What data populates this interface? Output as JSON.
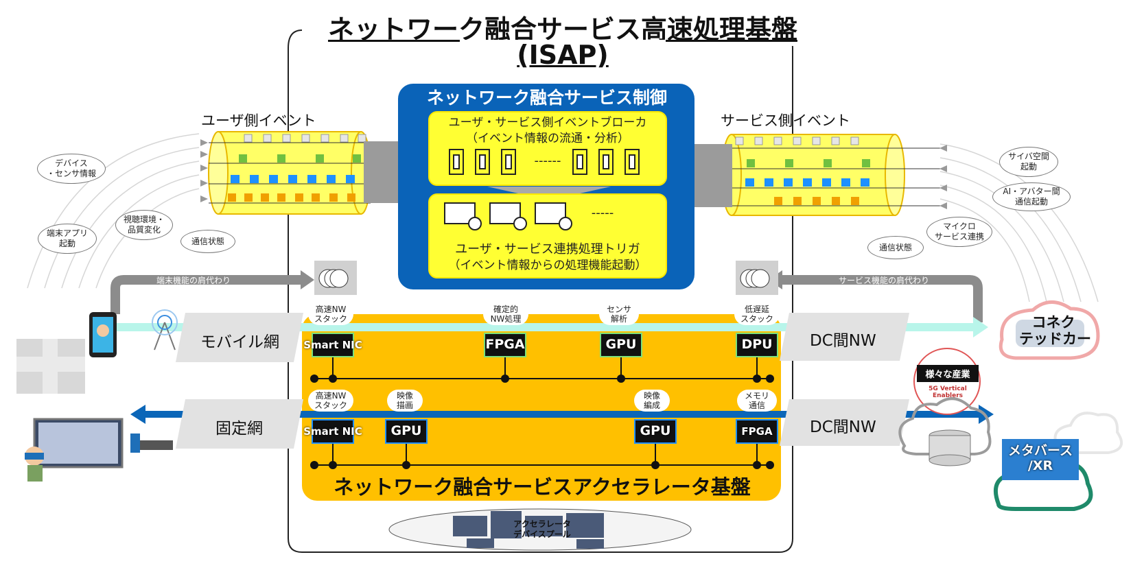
{
  "title": {
    "line1": "ネットワーク融合サービス高速処理基盤",
    "line2": "(ISAP)"
  },
  "user_events": {
    "label": "ユーザ側イベント",
    "bubbles": [
      "デバイス\n・センサ情報",
      "視聴環境・\n品質変化",
      "端末アプリ\n起動",
      "通信状態"
    ]
  },
  "service_events": {
    "label": "サービス側イベント",
    "bubbles": [
      "サイバ空間\n起動",
      "AI・アバター間\n通信起動",
      "マイクロ\nサービス連携",
      "通信状態"
    ]
  },
  "control": {
    "title": "ネットワーク融合サービス制御",
    "broker": {
      "line1": "ユーザ・サービス側イベントブローカ",
      "line2": "（イベント情報の流通・分析）",
      "dashes": "------"
    },
    "trigger": {
      "line1": "ユーザ・サービス連携処理トリガ",
      "line2": "（イベント情報からの処理機能起動）",
      "dashes": "-----"
    }
  },
  "offload": {
    "left_label": "端末機能の肩代わり",
    "right_label": "サービス機能の肩代わり"
  },
  "networks": {
    "mobile": "モバイル網",
    "fixed": "固定網",
    "dc_top": "DC間NW",
    "dc_bottom": "DC間NW"
  },
  "chips_top": [
    {
      "name": "Smart NIC",
      "bubble": "高速NW\nスタック"
    },
    {
      "name": "FPGA",
      "bubble": "確定的\nNW処理"
    },
    {
      "name": "GPU",
      "bubble": "センサ\n解析"
    },
    {
      "name": "DPU",
      "bubble": "低遅延\nスタック"
    }
  ],
  "chips_bottom": [
    {
      "name": "Smart NIC",
      "bubble": "高速NW\nスタック"
    },
    {
      "name": "GPU",
      "bubble": "映像\n描画"
    },
    {
      "name": "GPU",
      "bubble": "映像\n編成"
    },
    {
      "name": "FPGA",
      "bubble": "メモリ\n通信"
    }
  ],
  "accelerator_title": "ネットワーク融合サービスアクセラレータ基盤",
  "pool_label": "アクセラレータ\nデバイスプール",
  "right_side": {
    "connected_car": "コネク\nテッドカー",
    "industries": "様々な産業",
    "industries_logo": "5G Vertical\nEnablers",
    "metaverse": "メタバース\n/XR"
  },
  "colors": {
    "control_blue": "#0a63b8",
    "yellow": "#ffff33",
    "accel_orange": "#ffc000",
    "mobile_line": "#b8f5ea",
    "fixed_line": "#0b66b8",
    "gray_arrow": "#8c8c8c"
  }
}
